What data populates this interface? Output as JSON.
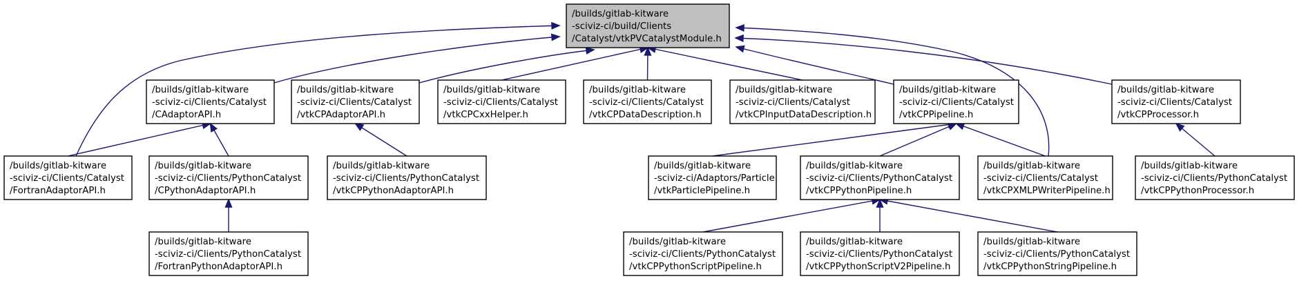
{
  "graph": {
    "nodes": {
      "root": [
        "/builds/gitlab-kitware",
        "-sciviz-ci/build/Clients",
        "/Catalyst/vtkPVCatalystModule.h"
      ],
      "cadaptor": [
        "/builds/gitlab-kitware",
        "-sciviz-ci/Clients/Catalyst",
        "/CAdaptorAPI.h"
      ],
      "vtkcpadaptor": [
        "/builds/gitlab-kitware",
        "-sciviz-ci/Clients/Catalyst",
        "/vtkCPAdaptorAPI.h"
      ],
      "cxxhelper": [
        "/builds/gitlab-kitware",
        "-sciviz-ci/Clients/Catalyst",
        "/vtkCPCxxHelper.h"
      ],
      "datadesc": [
        "/builds/gitlab-kitware",
        "-sciviz-ci/Clients/Catalyst",
        "/vtkCPDataDescription.h"
      ],
      "inputdatadesc": [
        "/builds/gitlab-kitware",
        "-sciviz-ci/Clients/Catalyst",
        "/vtkCPInputDataDescription.h"
      ],
      "pipeline": [
        "/builds/gitlab-kitware",
        "-sciviz-ci/Clients/Catalyst",
        "/vtkCPPipeline.h"
      ],
      "processor": [
        "/builds/gitlab-kitware",
        "-sciviz-ci/Clients/Catalyst",
        "/vtkCPProcessor.h"
      ],
      "fortranadaptor": [
        "/builds/gitlab-kitware",
        "-sciviz-ci/Clients/Catalyst",
        "/FortranAdaptorAPI.h"
      ],
      "cpythonadaptor": [
        "/builds/gitlab-kitware",
        "-sciviz-ci/Clients/PythonCatalyst",
        "/CPythonAdaptorAPI.h"
      ],
      "pythonadaptor": [
        "/builds/gitlab-kitware",
        "-sciviz-ci/Clients/PythonCatalyst",
        "/vtkCPPythonAdaptorAPI.h"
      ],
      "particlepipeline": [
        "/builds/gitlab-kitware",
        "-sciviz-ci/Adaptors/Particle",
        "/vtkParticlePipeline.h"
      ],
      "pythonpipeline": [
        "/builds/gitlab-kitware",
        "-sciviz-ci/Clients/PythonCatalyst",
        "/vtkCPPythonPipeline.h"
      ],
      "xmlpwriter": [
        "/builds/gitlab-kitware",
        "-sciviz-ci/Clients/Catalyst",
        "/vtkCPXMLPWriterPipeline.h"
      ],
      "pythonprocessor": [
        "/builds/gitlab-kitware",
        "-sciviz-ci/Clients/PythonCatalyst",
        "/vtkCPPythonProcessor.h"
      ],
      "fortranpython": [
        "/builds/gitlab-kitware",
        "-sciviz-ci/Clients/PythonCatalyst",
        "/FortranPythonAdaptorAPI.h"
      ],
      "scriptpipeline": [
        "/builds/gitlab-kitware",
        "-sciviz-ci/Clients/PythonCatalyst",
        "/vtkCPPythonScriptPipeline.h"
      ],
      "scriptv2pipeline": [
        "/builds/gitlab-kitware",
        "-sciviz-ci/Clients/PythonCatalyst",
        "/vtkCPPythonScriptV2Pipeline.h"
      ],
      "stringpipeline": [
        "/builds/gitlab-kitware",
        "-sciviz-ci/Clients/PythonCatalyst",
        "/vtkCPPythonStringPipeline.h"
      ]
    },
    "edges": [
      [
        "cadaptor",
        "root"
      ],
      [
        "vtkcpadaptor",
        "root"
      ],
      [
        "cxxhelper",
        "root"
      ],
      [
        "datadesc",
        "root"
      ],
      [
        "inputdatadesc",
        "root"
      ],
      [
        "pipeline",
        "root"
      ],
      [
        "processor",
        "root"
      ],
      [
        "fortranadaptor",
        "root"
      ],
      [
        "xmlpwriter",
        "root"
      ],
      [
        "fortranadaptor",
        "cadaptor"
      ],
      [
        "cpythonadaptor",
        "cadaptor"
      ],
      [
        "pythonadaptor",
        "vtkcpadaptor"
      ],
      [
        "fortranpython",
        "cpythonadaptor"
      ],
      [
        "particlepipeline",
        "pipeline"
      ],
      [
        "pythonpipeline",
        "pipeline"
      ],
      [
        "xmlpwriter",
        "pipeline"
      ],
      [
        "pythonprocessor",
        "processor"
      ],
      [
        "scriptpipeline",
        "pythonpipeline"
      ],
      [
        "scriptv2pipeline",
        "pythonpipeline"
      ],
      [
        "stringpipeline",
        "pythonpipeline"
      ]
    ]
  }
}
